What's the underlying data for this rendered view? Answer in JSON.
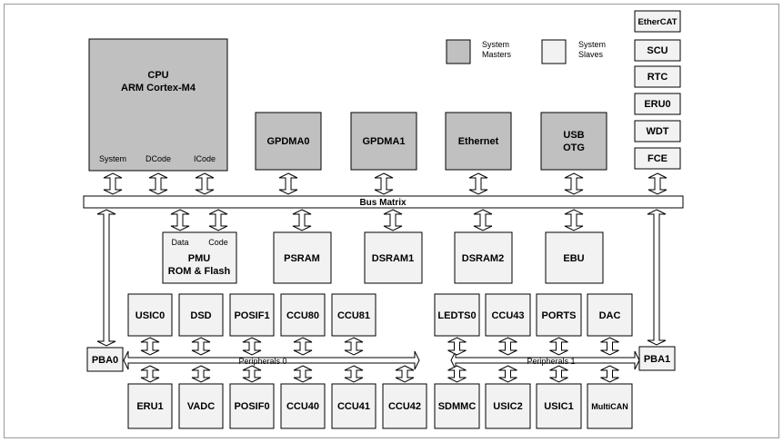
{
  "legend": {
    "masters": [
      "System",
      "Masters"
    ],
    "slaves": [
      "System",
      "Slaves"
    ]
  },
  "cpu": {
    "title": "CPU",
    "subtitle": "ARM Cortex-M4",
    "ports": [
      "System",
      "DCode",
      "ICode"
    ]
  },
  "masters": [
    "GPDMA0",
    "GPDMA1",
    "Ethernet",
    "USB",
    "OTG"
  ],
  "side_column": [
    "EtherCAT",
    "SCU",
    "RTC",
    "ERU0",
    "WDT",
    "FCE"
  ],
  "bus": {
    "matrix": "Bus Matrix",
    "peripherals0": "Peripherals 0",
    "peripherals1": "Peripherals 1"
  },
  "pmu": {
    "ports": [
      "Data",
      "Code"
    ],
    "line1": "PMU",
    "line2": "ROM & Flash"
  },
  "slaves": [
    "PSRAM",
    "DSRAM1",
    "DSRAM2",
    "EBU"
  ],
  "bridges": [
    "PBA0",
    "PBA1"
  ],
  "p0_top": [
    "USIC0",
    "DSD",
    "POSIF1",
    "CCU80",
    "CCU81"
  ],
  "p0_bottom": [
    "ERU1",
    "VADC",
    "POSIF0",
    "CCU40",
    "CCU41",
    "CCU42"
  ],
  "p1_top": [
    "LEDTS0",
    "CCU43",
    "PORTS",
    "DAC"
  ],
  "p1_bottom": [
    "SDMMC",
    "USIC2",
    "USIC1",
    "MultiCAN"
  ]
}
